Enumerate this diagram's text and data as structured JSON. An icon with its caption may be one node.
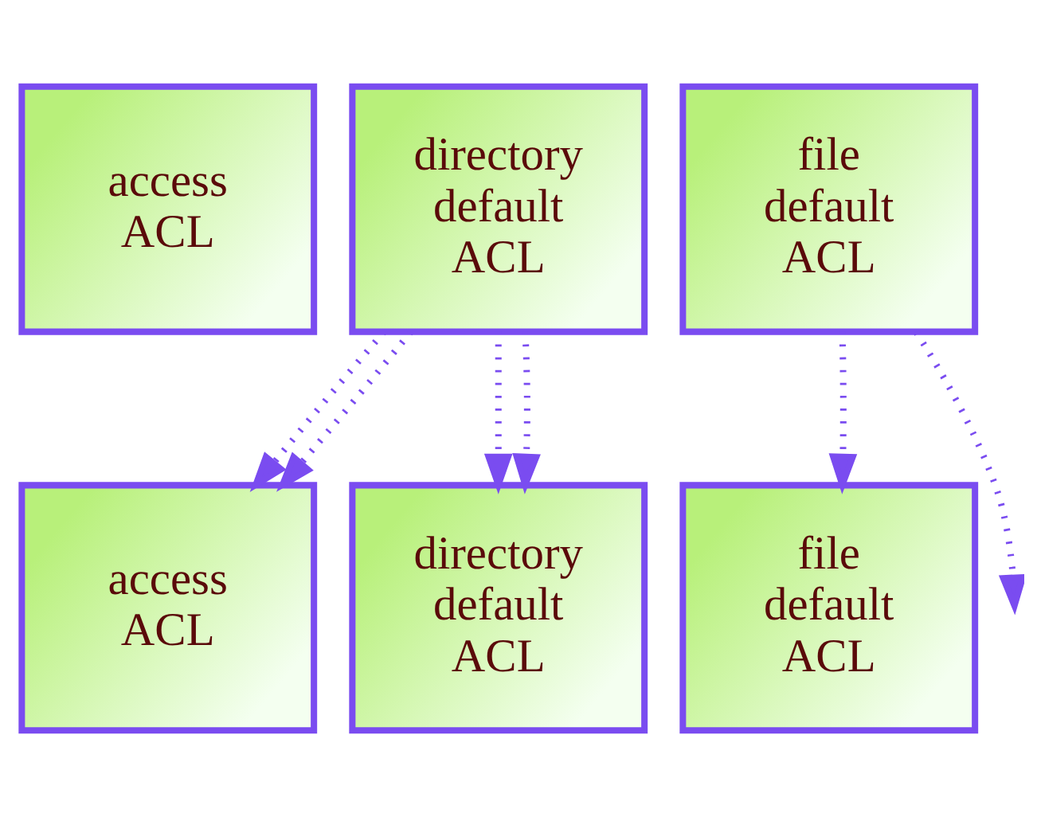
{
  "diagram": {
    "nodes": [
      {
        "text": [
          "access ACL"
        ]
      },
      {
        "text": [
          "directory default ACL"
        ]
      },
      {
        "text": [
          "file default ACL"
        ]
      },
      {
        "text": [
          "access ACL"
        ]
      },
      {
        "text": [
          "directory default ACL"
        ]
      },
      {
        "text": [
          "file default ACL"
        ]
      }
    ],
    "edges": [
      {
        "from": 1,
        "to": 3,
        "arrow": "to",
        "style": "dashed"
      },
      {
        "from": 1,
        "to": 4,
        "arrow": "to",
        "style": "dashed"
      },
      {
        "from": 1,
        "to": 3,
        "arrow": "to",
        "style": "dashed"
      },
      {
        "from": 1,
        "to": 4,
        "arrow": "to",
        "style": "dashed"
      },
      {
        "from": 2,
        "to": 5,
        "arrow": "to",
        "style": "dashed"
      },
      {
        "from": 2,
        "to": null,
        "arrow": "to",
        "style": "dashed"
      }
    ]
  }
}
